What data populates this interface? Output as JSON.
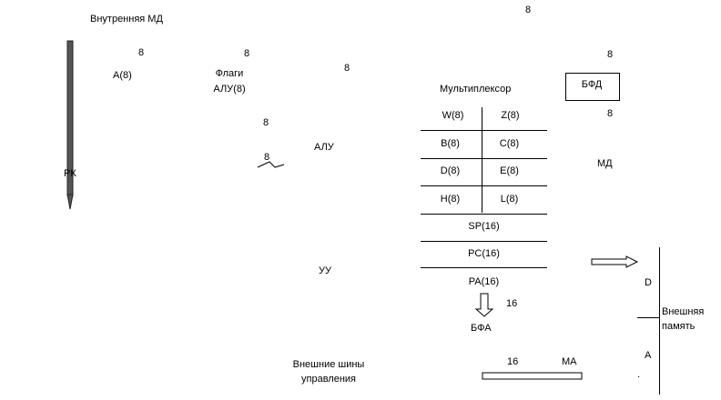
{
  "labels": {
    "internal_md": "Внутренняя МД",
    "a8": "А(8)",
    "flags_line1": "Флаги",
    "flags_line2": "АЛУ(8)",
    "alu": "АЛУ",
    "rk": "РК",
    "uu": "УУ",
    "multiplexer": "Мультиплексор",
    "bfd": "БФД",
    "md": "МД",
    "bfa": "БФА",
    "ma": "МА",
    "ext_ctrl_line1": "Внешние шины",
    "ext_ctrl_line2": "управления",
    "ext_mem_line1": "Внешняя",
    "ext_mem_line2": "память",
    "bus_d": "D",
    "bus_a": "А",
    "dot": "."
  },
  "bus_widths": {
    "top": "8",
    "a_reg": "8",
    "flags": "8",
    "alu_in": "8",
    "alu_mid": "8",
    "alu_small": "8",
    "bfd_top": "8",
    "bfd_bottom": "8",
    "bfa": "16",
    "ma": "16"
  },
  "registers": {
    "pairs": [
      {
        "left": "W(8)",
        "right": "Z(8)"
      },
      {
        "left": "B(8)",
        "right": "C(8)"
      },
      {
        "left": "D(8)",
        "right": "E(8)"
      },
      {
        "left": "H(8)",
        "right": "L(8)"
      }
    ],
    "sp": "SP(16)",
    "pc": "PC(16)",
    "pa": "PA(16)"
  }
}
